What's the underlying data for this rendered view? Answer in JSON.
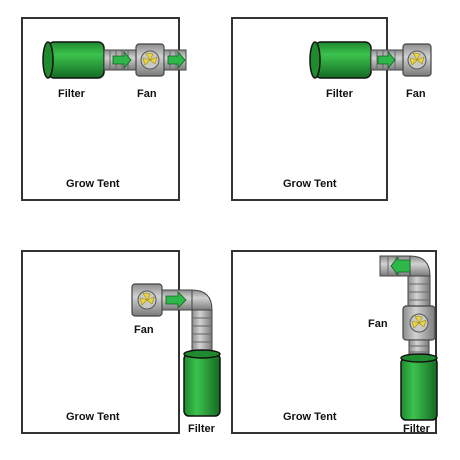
{
  "colors": {
    "filter_green": "#2aa63a",
    "filter_dark": "#166c24",
    "duct_gray": "#a9a9a9",
    "fan_yellow": "#e8d44a",
    "arrow_green": "#2eb84a",
    "border": "#333333"
  },
  "panels": [
    {
      "tent_label": "Grow Tent",
      "filter_label": "Filter",
      "fan_label": "Fan"
    },
    {
      "tent_label": "Grow Tent",
      "filter_label": "Filter",
      "fan_label": "Fan"
    },
    {
      "tent_label": "Grow Tent",
      "filter_label": "Filter",
      "fan_label": "Fan"
    },
    {
      "tent_label": "Grow Tent",
      "filter_label": "Filter",
      "fan_label": "Fan"
    }
  ]
}
